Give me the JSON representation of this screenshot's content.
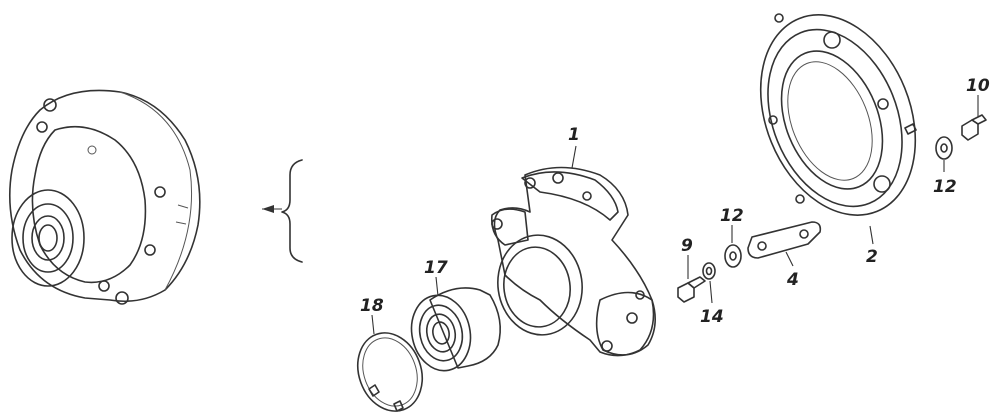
{
  "diagram": {
    "callouts": [
      {
        "id": "c1",
        "text": "1"
      },
      {
        "id": "c2",
        "text": "2"
      },
      {
        "id": "c4",
        "text": "4"
      },
      {
        "id": "c9",
        "text": "9"
      },
      {
        "id": "c10",
        "text": "10"
      },
      {
        "id": "c12a",
        "text": "12"
      },
      {
        "id": "c12b",
        "text": "12"
      },
      {
        "id": "c14",
        "text": "14"
      },
      {
        "id": "c17",
        "text": "17"
      },
      {
        "id": "c18",
        "text": "18"
      }
    ]
  },
  "colors": {
    "line": "#333333",
    "shade": "#d9d9d9",
    "dark": "#8c8c8c",
    "background": "#ffffff"
  }
}
